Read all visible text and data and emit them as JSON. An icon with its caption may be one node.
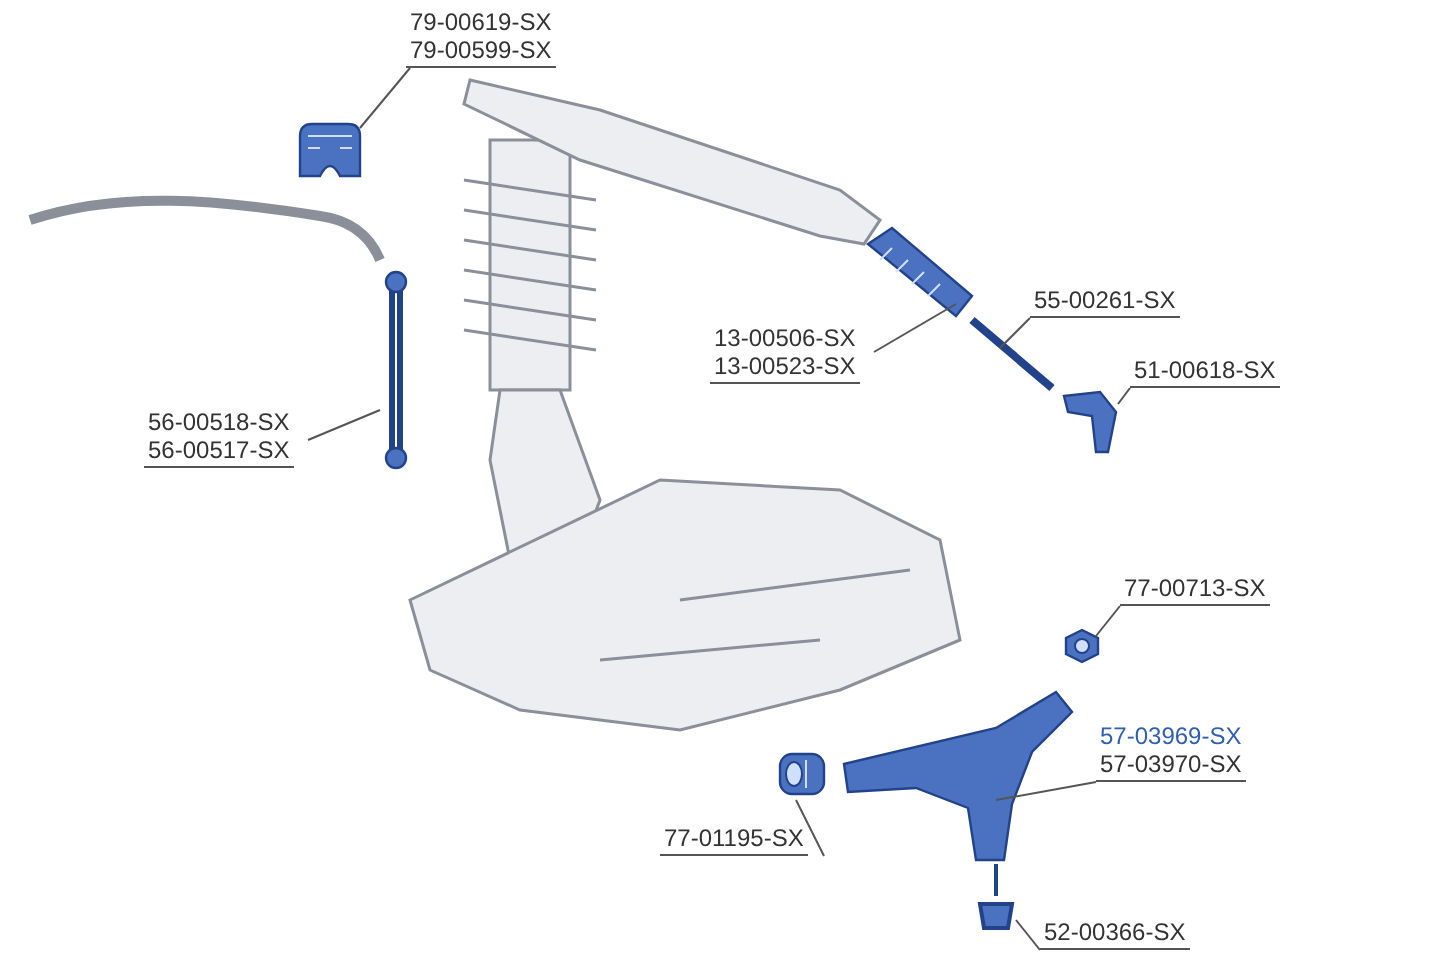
{
  "diagram": {
    "nodes": [
      {
        "text": [
          "79-00619-SX",
          "79-00599-SX"
        ]
      },
      {
        "text": [],
        "shape": "picture"
      },
      {
        "text": [
          "13-00506-SX",
          "13-00523-SX"
        ]
      },
      {
        "text": [],
        "shape": "picture"
      },
      {
        "text": [
          "55-00261-SX"
        ]
      },
      {
        "text": [],
        "shape": "picture"
      },
      {
        "text": [
          "51-00618-SX"
        ]
      },
      {
        "text": [],
        "shape": "picture"
      },
      {
        "text": [
          "56-00518-SX",
          "56-00517-SX"
        ]
      },
      {
        "text": [],
        "shape": "picture"
      },
      {
        "text": [
          "77-00713-SX"
        ]
      },
      {
        "text": [],
        "shape": "picture"
      },
      {
        "text": [
          "57-03969-SX",
          "57-03970-SX"
        ]
      },
      {
        "text": [],
        "shape": "picture"
      },
      {
        "text": [
          "77-01195-SX"
        ]
      },
      {
        "text": [],
        "shape": "picture"
      },
      {
        "text": [
          "52-00366-SX"
        ]
      },
      {
        "text": [],
        "shape": "picture"
      }
    ],
    "edges": [
      {
        "from": 0,
        "to": 1,
        "arrow": "none"
      },
      {
        "from": 2,
        "to": 3,
        "arrow": "none"
      },
      {
        "from": 4,
        "to": 5,
        "arrow": "none"
      },
      {
        "from": 6,
        "to": 7,
        "arrow": "none"
      },
      {
        "from": 8,
        "to": 9,
        "arrow": "none"
      },
      {
        "from": 10,
        "to": 11,
        "arrow": "none"
      },
      {
        "from": 12,
        "to": 13,
        "arrow": "none"
      },
      {
        "from": 14,
        "to": 15,
        "arrow": "none"
      },
      {
        "from": 16,
        "to": 17,
        "arrow": "none"
      }
    ]
  }
}
